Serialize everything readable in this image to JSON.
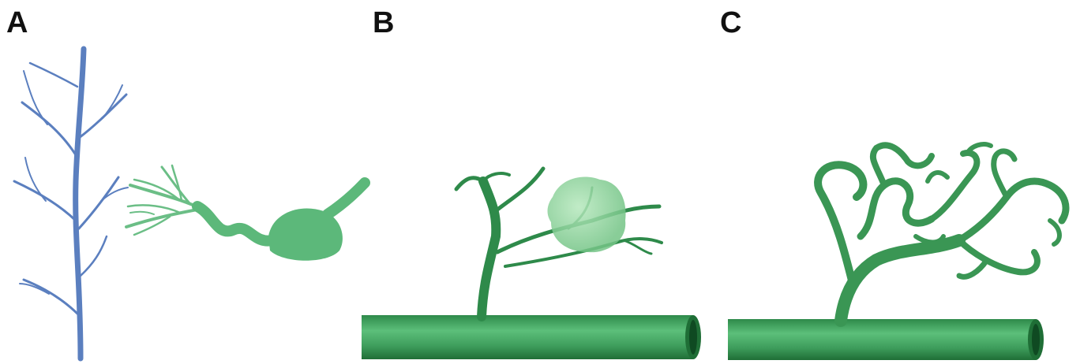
{
  "panels": [
    {
      "label": "A"
    },
    {
      "label": "B"
    },
    {
      "label": "C"
    }
  ],
  "colors": {
    "vessel_blue": "#5b7fbf",
    "vessel_green_dark": "#1f7a3c",
    "vessel_green": "#3f9a5a",
    "vessel_green_light": "#5bb878",
    "neuron_green": "#5cb87a",
    "tumor_green": "#8fd49a"
  }
}
